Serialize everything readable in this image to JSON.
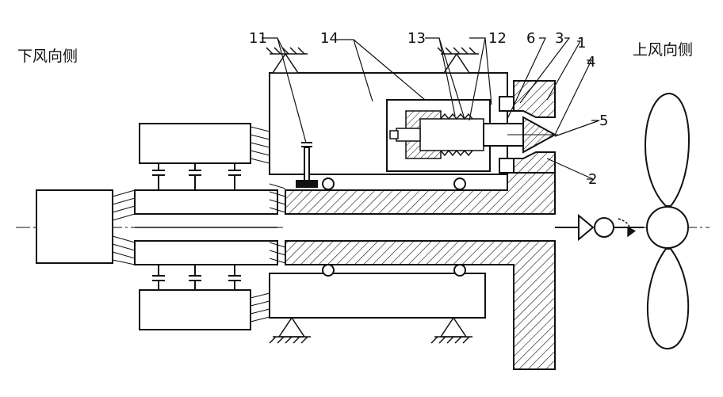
{
  "labels": {
    "downwind_side": "下风向侧",
    "upwind_side": "上风向侧"
  },
  "callouts": {
    "n11": "11",
    "n14": "14",
    "n13": "13",
    "n12": "12",
    "n6": "6",
    "n3": "3",
    "n1": "1",
    "n4": "4",
    "n5": "5",
    "n2": "2"
  },
  "colors": {
    "line": "#111111",
    "background": "#ffffff"
  }
}
